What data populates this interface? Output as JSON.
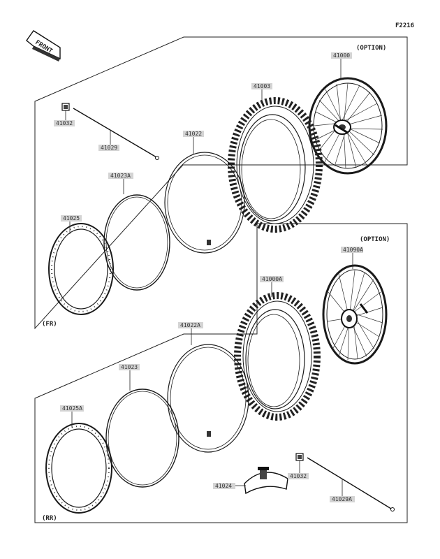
{
  "figure_code": "F2216",
  "front_label": "FRONT",
  "front_section": {
    "name": "(FR)",
    "option_label": "(OPTION)",
    "parts": [
      "41000",
      "41003",
      "41032",
      "41029",
      "41022",
      "41023A",
      "41025"
    ]
  },
  "rear_section": {
    "name": "(RR)",
    "option_label": "(OPTION)",
    "parts": [
      "41090A",
      "41000A",
      "41022A",
      "41023",
      "41025A",
      "41024",
      "41032",
      "41029A"
    ]
  }
}
